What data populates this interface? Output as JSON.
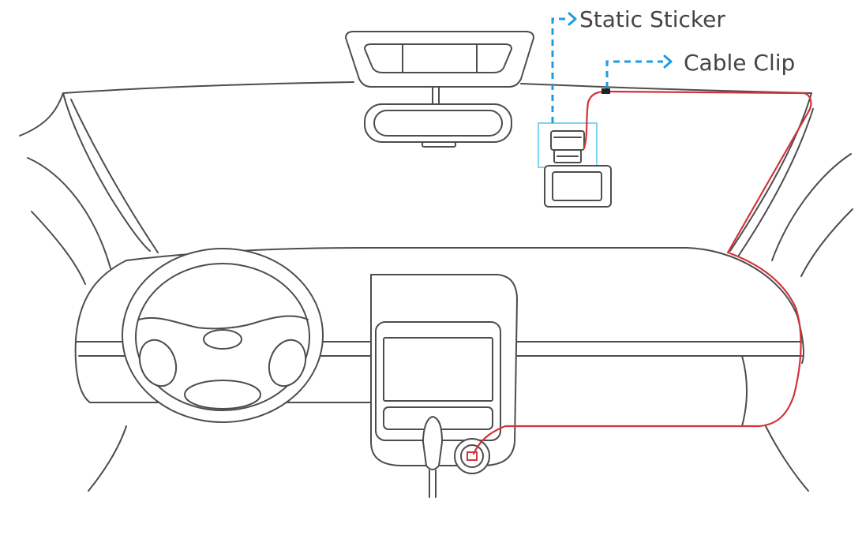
{
  "callouts": {
    "static_sticker": "Static Sticker",
    "cable_clip": "Cable Clip"
  },
  "colors": {
    "outline": "#4d4d4d",
    "cable": "#d1343a",
    "leader": "#1f9be0",
    "label": "#444444",
    "background": "#ffffff"
  },
  "icons": {
    "vehicle": "car-interior-outline",
    "device": "dash-cam-icon",
    "power": "power-socket-icon"
  }
}
